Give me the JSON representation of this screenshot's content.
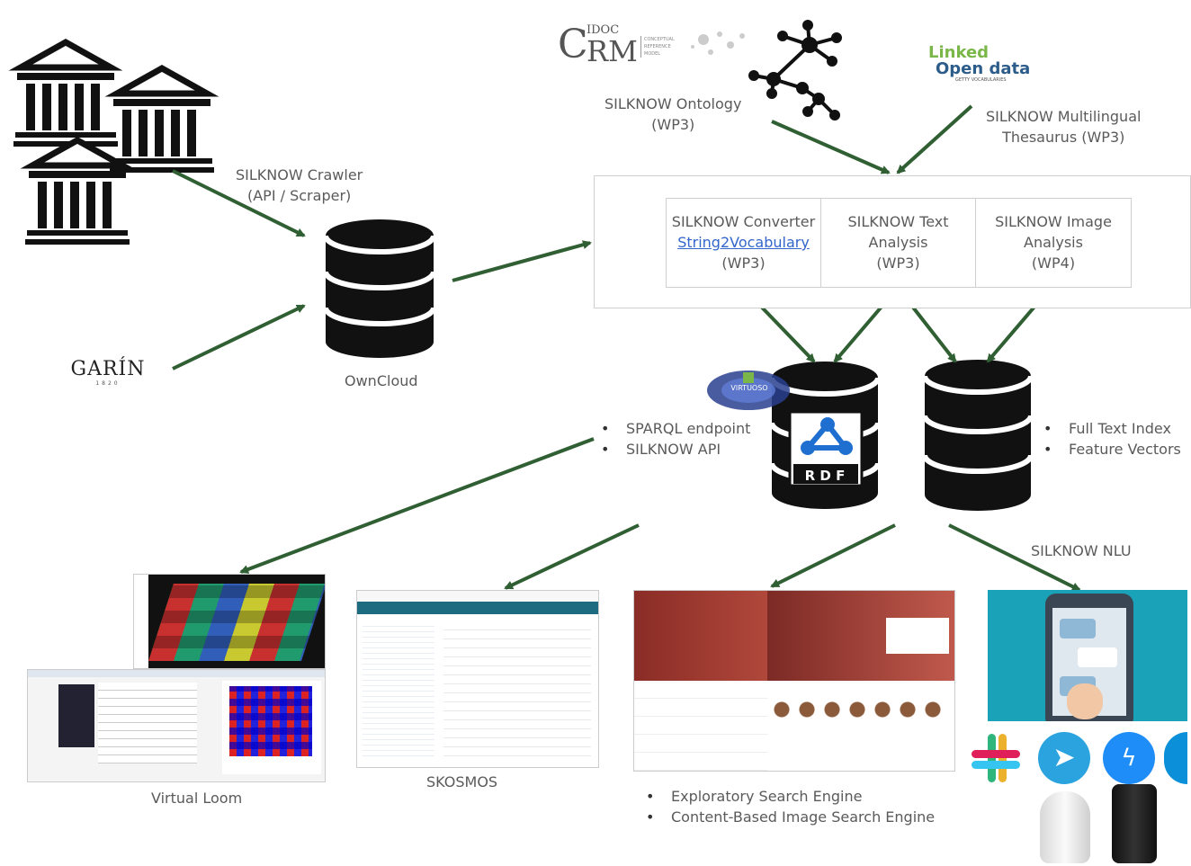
{
  "sources": {
    "crawler_label": [
      "SILKNOW Crawler",
      "(API / Scraper)"
    ],
    "garin_logo_text": "GARÍN",
    "garin_logo_sub": "1820"
  },
  "owncloud_label": "OwnCloud",
  "top": {
    "crm_logo": {
      "prefix": "C",
      "sup": "IDOC",
      "main": "RM",
      "small": [
        "CONCEPTUAL",
        "REFERENCE",
        "MODEL"
      ]
    },
    "ontology_label": [
      "SILKNOW Ontology",
      "(WP3)"
    ],
    "lod_logo": {
      "line1": "Linked",
      "line2": "Open data",
      "sub": "GETTY VOCABULARIES"
    },
    "thesaurus_label": [
      "SILKNOW Multilingual",
      "Thesaurus (WP3)"
    ]
  },
  "processing": {
    "converter": {
      "title": "SILKNOW Converter",
      "link": "String2Vocabulary",
      "wp": "(WP3)"
    },
    "text": {
      "lines": [
        "SILKNOW Text",
        "Analysis",
        "(WP3)"
      ]
    },
    "image": {
      "lines": [
        "SILKNOW Image",
        "Analysis",
        "(WP4)"
      ]
    }
  },
  "storage": {
    "left_bullets": [
      "SPARQL endpoint",
      "SILKNOW API"
    ],
    "right_bullets": [
      "Full Text Index",
      "Feature Vectors"
    ],
    "rdf_text": "R D F",
    "virtuoso_text": "VIRTUOSO"
  },
  "apps": {
    "virtual_loom": "Virtual Loom",
    "skosmos": "SKOSMOS",
    "search_bullets": [
      "Exploratory Search Engine",
      "Content-Based Image Search Engine"
    ],
    "nlu_label": "SILKNOW NLU"
  },
  "colors": {
    "arrow": "#2f5f32",
    "db": "#111111",
    "box_border": "#cfcfcf",
    "text": "#5a5a5a",
    "link": "#3366cc"
  }
}
